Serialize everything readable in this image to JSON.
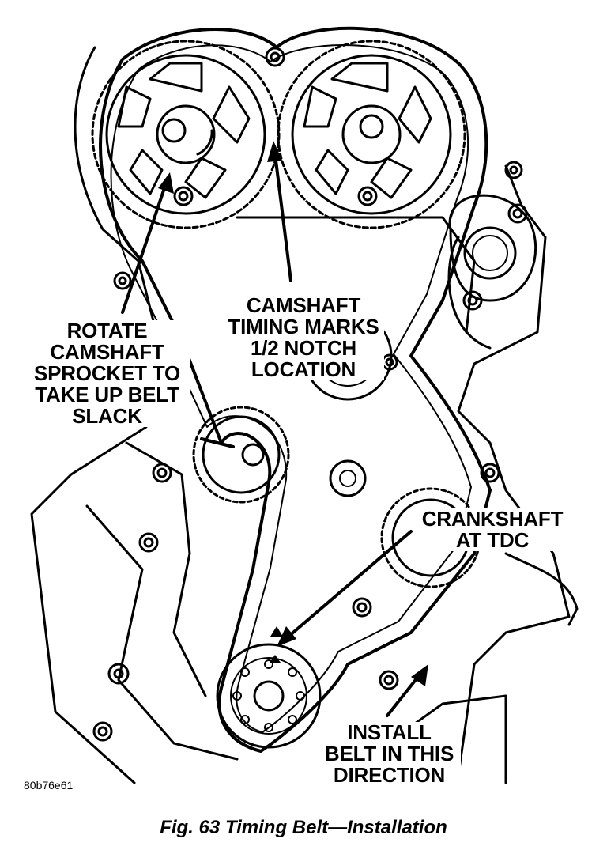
{
  "labels": {
    "rotate": [
      "ROTATE",
      "CAMSHAFT",
      "SPROCKET TO",
      "TAKE UP BELT",
      "SLACK"
    ],
    "camshaft_marks": [
      "CAMSHAFT",
      "TIMING MARKS",
      "1/2 NOTCH",
      "LOCATION"
    ],
    "crankshaft": [
      "CRANKSHAFT",
      "AT TDC"
    ],
    "install": [
      "INSTALL",
      "BELT IN THIS",
      "DIRECTION"
    ]
  },
  "image_code": "80b76e61",
  "caption": "Fig. 63 Timing Belt—Installation"
}
